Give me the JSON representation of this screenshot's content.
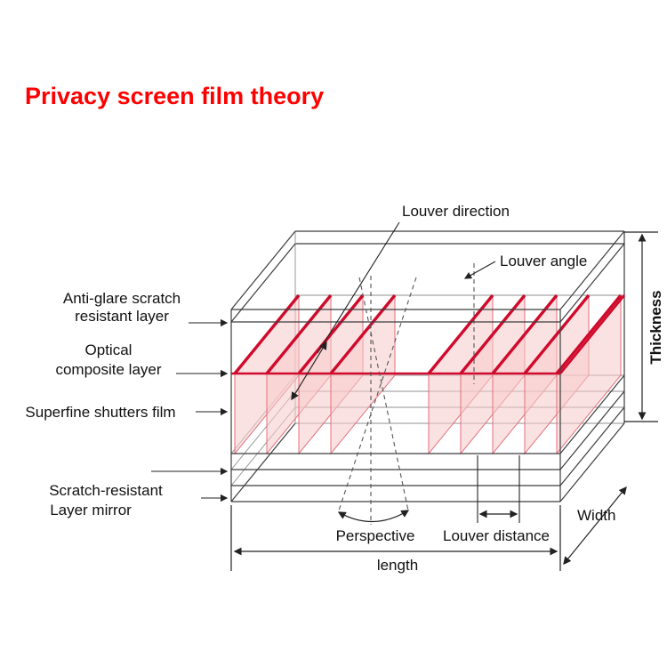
{
  "title": "Privacy screen film theory",
  "colors": {
    "title": "#ff0000",
    "louver_fill": "#f7caca",
    "louver_edge": "#e0707c",
    "louver_top": "#cf0a2c"
  },
  "labels": {
    "anti_glare_line1": "Anti-glare scratch",
    "anti_glare_line2": "resistant layer",
    "optical_line1": "Optical",
    "optical_line2": "composite layer",
    "superfine": "Superfine shutters film",
    "scratch_line1": "Scratch-resistant",
    "scratch_line2": "Layer mirror",
    "louver_direction": "Louver direction",
    "louver_angle": "Louver angle",
    "thickness": "Thickness",
    "width": "Width",
    "perspective": "Perspective",
    "louver_distance": "Louver distance",
    "length": "length"
  }
}
